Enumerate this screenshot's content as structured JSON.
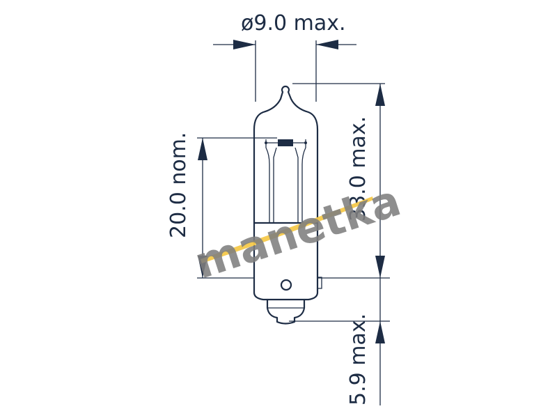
{
  "diameter_label": "ø9.0  max.",
  "length_nom_label": "20.0 nom.",
  "length_max_label": "33.0 max.",
  "base_max_label": "5.9 max.",
  "watermark": "manetka",
  "colors": {
    "line": "#1d2c44",
    "watermark_text": "#7f7f7f",
    "watermark_swoosh": "#f6c94b"
  },
  "icons": [
    "bulb-drawing",
    "filament-icon",
    "dimension-arrow-icon"
  ]
}
